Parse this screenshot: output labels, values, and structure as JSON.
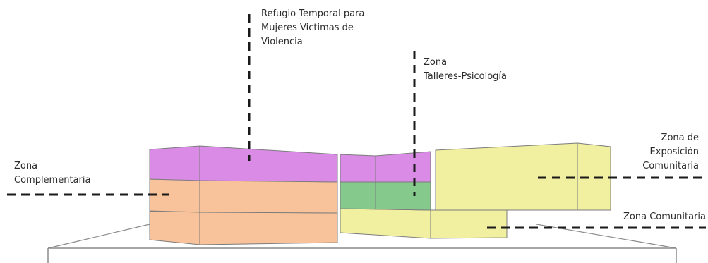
{
  "labels": {
    "refugio": [
      "Refugio Temporal para",
      "Mujeres Victimas de",
      "Violencia"
    ],
    "talleres": [
      "Zona",
      "Talleres-Psicología"
    ],
    "complementaria": [
      "Zona",
      "Complementaria"
    ],
    "exposicion": [
      "Zona de",
      "Exposición",
      "Comunitaria"
    ],
    "comunitaria": [
      "Zona Comunitaria"
    ]
  },
  "colors": {
    "violet": "#d98be6",
    "orange": "#f8c39a",
    "green": "#86c98d",
    "yellow": "#f1f0a0",
    "outline": "#7c7c7c",
    "leader": "#1a1a1a"
  }
}
